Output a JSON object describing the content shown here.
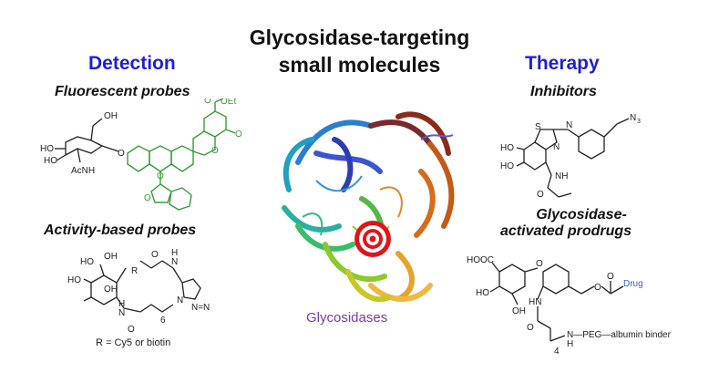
{
  "title": {
    "line1": "Glycosidase-targeting",
    "line2": "small molecules"
  },
  "left": {
    "heading": "Detection",
    "fluorescent_label": "Fluorescent probes",
    "activity_label": "Activity-based probes",
    "r_group_note": "R = Cy5 or biotin",
    "fluor_atoms": {
      "oh_top": "OH",
      "ho1": "HO",
      "ho2": "HO",
      "acnh": "AcNH",
      "o_link": "O",
      "oet": "OEt",
      "o_carbonyl": "O",
      "o_lactone": "O",
      "o_ring": "O",
      "o_xanthene": "O",
      "o_lactone2": "O"
    },
    "abp_atoms": {
      "ho_top": "HO",
      "oh_top": "OH",
      "ho_mid": "HO",
      "oh_mid": "OH",
      "h_amide": "H",
      "n_amide": "N",
      "r": "R",
      "o_carbonyl": "O",
      "o_carbonyl2": "O",
      "h_nh": "H",
      "n_nh": "N",
      "six": "6",
      "n_tri": "N",
      "n_tri2": "N=N"
    }
  },
  "right": {
    "heading": "Therapy",
    "inhibitors_label": "Inhibitors",
    "prodrug_label_1": "Glycosidase-",
    "prodrug_label_2": "activated prodrugs",
    "inhib_atoms": {
      "n3": "N",
      "n3_sub": "3",
      "s": "S",
      "n_eq": "N",
      "ho": "HO",
      "ho2": "HO",
      "nh": "NH",
      "o": "O",
      "n_ring": "N"
    },
    "prodrug_atoms": {
      "hooc": "HOOC",
      "o_glyc": "O",
      "ho": "HO",
      "oh": "OH",
      "hn": "HN",
      "o_ester": "O",
      "o_carb": "O",
      "drug": "Drug",
      "o_amide": "O",
      "four": "4",
      "nh_h": "H",
      "peg": "N—PEG—albumin binder"
    }
  },
  "center": {
    "caption": "Glycosidases"
  },
  "colors": {
    "heading": "#1f1fd6",
    "probe_green": "#3a9a3a",
    "caption": "#7b3aa8",
    "target_red": "#e0141a",
    "drug_blue": "#4060c8"
  }
}
